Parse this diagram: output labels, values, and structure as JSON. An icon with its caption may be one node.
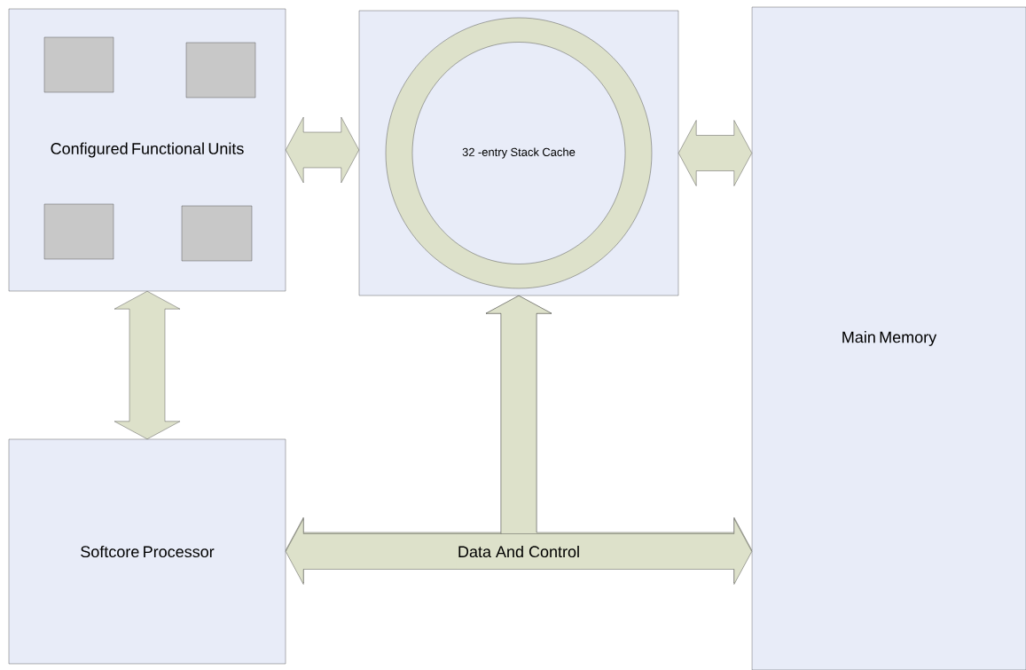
{
  "diagram": {
    "nodes": [
      {
        "text": [
          "Configured Functional Units"
        ]
      },
      {
        "text": [],
        "shape": "box",
        "in": 0
      },
      {
        "text": [],
        "shape": "box",
        "in": 0
      },
      {
        "text": [],
        "shape": "box",
        "in": 0
      },
      {
        "text": [],
        "shape": "box",
        "in": 0
      },
      {
        "text": [],
        "shape": "box"
      },
      {
        "text": [
          "32 -entry Stack Cache"
        ],
        "in": 5
      },
      {
        "text": [
          "Main Memory"
        ]
      },
      {
        "text": [
          "Softcore Processor"
        ]
      }
    ],
    "edges": [
      {
        "from": 0,
        "to": 5,
        "arrow": "both"
      },
      {
        "from": 5,
        "to": 7,
        "arrow": "both"
      },
      {
        "from": 0,
        "to": 8,
        "arrow": "both"
      },
      {
        "from": 8,
        "to": 7,
        "arrow": "both",
        "label": "Data And Control"
      },
      {
        "from": 5,
        "to": 8,
        "arrow": "both"
      },
      {
        "from": 5,
        "to": 7,
        "arrow": "both"
      }
    ]
  }
}
